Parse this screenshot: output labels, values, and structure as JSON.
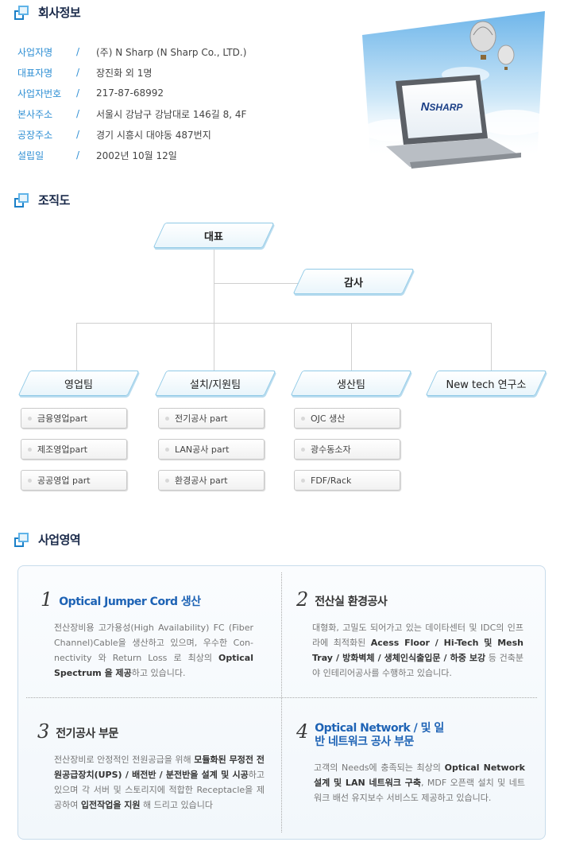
{
  "company_section": {
    "title": "회사정보",
    "rows": [
      {
        "label": "사업자명",
        "sep": "/",
        "value": "(주) N Sharp (N Sharp Co., LTD.)"
      },
      {
        "label": "대표자명",
        "sep": "/",
        "value": "장진화 외 1명"
      },
      {
        "label": "사업자번호",
        "sep": "/",
        "value": "217-87-68992"
      },
      {
        "label": "본사주소",
        "sep": "/",
        "value": "서울시 강남구 강남대로 146길 8, 4F"
      },
      {
        "label": "공장주소",
        "sep": "/",
        "value": "경기 시흥시 대야동 487번지"
      },
      {
        "label": "설립일",
        "sep": "/",
        "value": "2002년 10월 12일"
      }
    ],
    "illustration": {
      "logo_text": "SHARP",
      "logo_letter": "N"
    }
  },
  "org_section": {
    "title": "조직도",
    "ceo": "대표",
    "auditor": "감사",
    "teams": [
      {
        "name": "영업팀",
        "parts": [
          "금융영업part",
          "제조영업part",
          "공공영업 part"
        ]
      },
      {
        "name": "설치/지원팀",
        "parts": [
          "전기공사 part",
          "LAN공사 part",
          "환경공사 part"
        ]
      },
      {
        "name": "생산팀",
        "parts": [
          "OJC 생산",
          "광수동소자",
          "FDF/Rack"
        ]
      },
      {
        "name": "New tech 연구소",
        "parts": []
      }
    ]
  },
  "business_section": {
    "title": "사업영역",
    "items": [
      {
        "num": "1",
        "title": "Optical Jumper Cord 생산",
        "text": [
          {
            "t": "전산장비용 고가용성(High Availability) FC (Fiber Channel)Cable을 생산하고 있으며, 우수한 Con-nectivity 와 Return Loss 로 최상의 ",
            "b": false
          },
          {
            "t": "Optical Spectrum 을 제공",
            "b": true
          },
          {
            "t": "하고 있습니다.",
            "b": false
          }
        ]
      },
      {
        "num": "2",
        "title": "전산실 환경공사",
        "text": [
          {
            "t": "대형화, 고밀도 되어가고 있는 데이타센터 및 IDC의 인프라에 최적화된 ",
            "b": false
          },
          {
            "t": "Acess Floor / Hi-Tech 및 Mesh Tray / 방화벽체 / 생체인식출입문 / 하중 보강",
            "b": true
          },
          {
            "t": " 등 건축분야 인테리어공사를 수행하고 있습니다.",
            "b": false
          }
        ]
      },
      {
        "num": "3",
        "title": "전기공사 부문",
        "text": [
          {
            "t": "전산장비로 안정적인 전원공급을 위해 ",
            "b": false
          },
          {
            "t": "모듈화된 무정전 전원공급장치(UPS) / 배전반 / 분전반을 설계 및 시공",
            "b": true
          },
          {
            "t": "하고 있으며 각 서버 및 스토리지에 적합한 Receptacle을 제공하여 ",
            "b": false
          },
          {
            "t": "입전작업을 지원",
            "b": true
          },
          {
            "t": " 해 드리고 있습니다",
            "b": false
          }
        ]
      },
      {
        "num": "4",
        "title": "Optical Network / 및 일반 네트워크 공사 부문",
        "text": [
          {
            "t": "고객의 Needs에 충족되는 최상의 ",
            "b": false
          },
          {
            "t": "Optical Network 설계 및 LAN 네트워크 구축",
            "b": true
          },
          {
            "t": ", MDF 오픈랙 설치 및 네트워크 배선 유지보수 서비스도 제공하고 있습니다.",
            "b": false
          }
        ]
      }
    ]
  },
  "colors": {
    "accent": "#1e63b5",
    "label_blue": "#2f8fd4",
    "pill_border": "#8fc9e6"
  }
}
